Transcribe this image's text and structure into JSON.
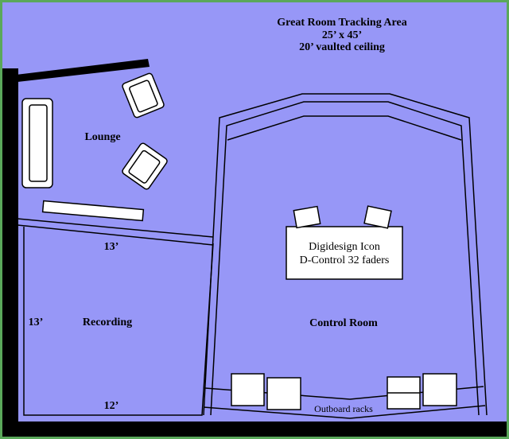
{
  "colors": {
    "floor": "#9797f7",
    "walls": "#000000",
    "furniture_fill": "#ffffff",
    "frame": "#5aa85a"
  },
  "header": {
    "title": "Great Room Tracking Area",
    "dimensions": "25’ x 45’",
    "ceiling": "20’ vaulted ceiling"
  },
  "rooms": {
    "lounge": "Lounge",
    "recording": "Recording",
    "control_room": "Control Room"
  },
  "dimensions": {
    "recording_top": "13’",
    "recording_side": "13’",
    "recording_bottom": "12’"
  },
  "console": {
    "line1": "Digidesign Icon",
    "line2": "D-Control 32 faders"
  },
  "outboard": "Outboard racks"
}
